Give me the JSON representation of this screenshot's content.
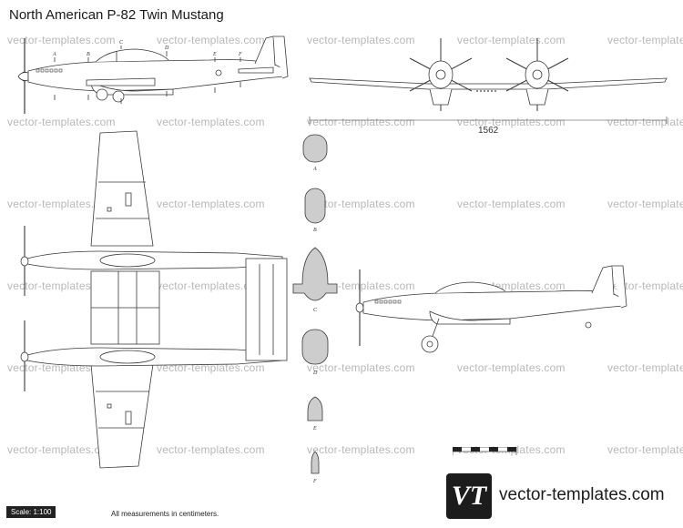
{
  "title": "North American P-82 Twin Mustang",
  "watermark_text": "vector-templates.com",
  "dimension_label": "1562",
  "side_view_labels": [
    "A",
    "B",
    "C",
    "D",
    "E",
    "F"
  ],
  "section_labels": [
    "A",
    "B",
    "C",
    "D",
    "E",
    "F"
  ],
  "scale_label": "Scale: 1:100",
  "measurement_note": "All measurements in centimeters.",
  "logo_letters": "VT",
  "brand_name": "vector-templates.com",
  "colors": {
    "section_fill": "#cdcdcd",
    "line": "#3a3a3a",
    "logo_bg": "#1c1c1c"
  }
}
